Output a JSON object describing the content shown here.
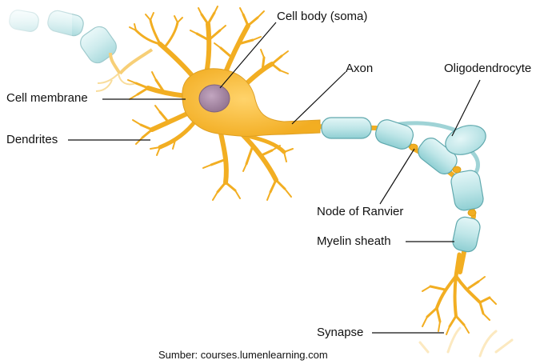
{
  "labels": {
    "cell_body": "Cell body (soma)",
    "axon": "Axon",
    "oligodendrocyte": "Oligodendrocyte",
    "cell_membrane": "Cell membrane",
    "dendrites": "Dendrites",
    "node_of_ranvier": "Node of Ranvier",
    "myelin_sheath": "Myelin sheath",
    "synapse": "Synapse"
  },
  "caption": "Sumber: courses.lumenlearning.com",
  "colors": {
    "neuron_fill": "#f5b731",
    "neuron_stroke": "#d89a10",
    "nucleus_fill": "#a98aa6",
    "nucleus_stroke": "#7f6380",
    "myelin_fill": "#bfe6e8",
    "myelin_stroke": "#5fa8ad",
    "leader_line": "#111111"
  }
}
